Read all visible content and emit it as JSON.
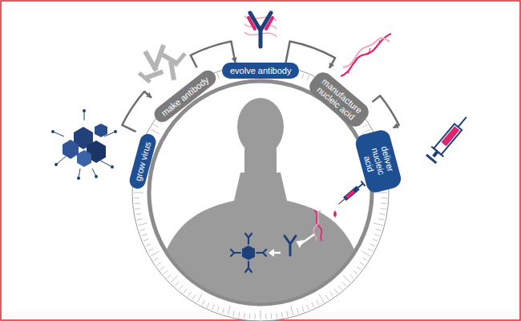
{
  "diagram": {
    "nodes": [
      {
        "text": [
          "grow virus"
        ]
      },
      {
        "text": [
          "make antibody"
        ]
      },
      {
        "text": [
          "evolve antibody"
        ]
      },
      {
        "text": [
          "manufacture nucleic acid"
        ]
      },
      {
        "text": [
          "deliver nucleic acid"
        ]
      }
    ],
    "edges": [
      {
        "from": 0,
        "to": 1,
        "arrow": "to"
      },
      {
        "from": 1,
        "to": 2,
        "arrow": "to"
      },
      {
        "from": 2,
        "to": 3,
        "arrow": "to"
      },
      {
        "from": 3,
        "to": 4,
        "arrow": "to"
      }
    ]
  }
}
